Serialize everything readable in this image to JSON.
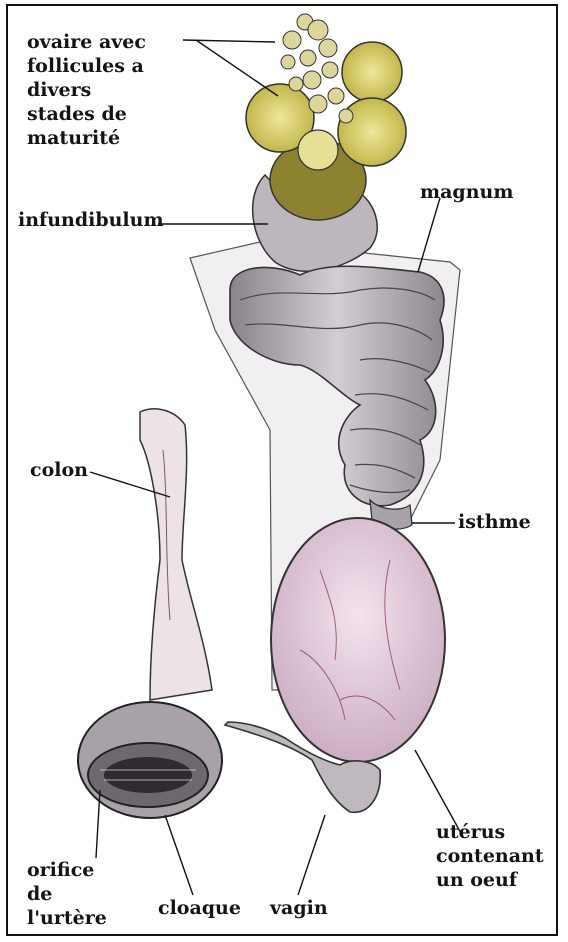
{
  "labels": {
    "ovaire": [
      "ovaire avec",
      "follicules a",
      "divers",
      "stades de",
      "maturité"
    ],
    "infundibulum": "infundibulum",
    "magnum": "magnum",
    "colon": "colon",
    "isthme": "isthme",
    "uterus": [
      "utérus",
      "contenant",
      "un oeuf"
    ],
    "orifice": [
      "orifice",
      "de",
      "l'urtère"
    ],
    "cloaque": "cloaque",
    "vagin": "vagin"
  },
  "colors": {
    "follicle_yellow": "#d9cf5a",
    "organ_grey": "#b8b2b8",
    "uterus_pink": "#e6cfdf",
    "outline": "#333333"
  }
}
